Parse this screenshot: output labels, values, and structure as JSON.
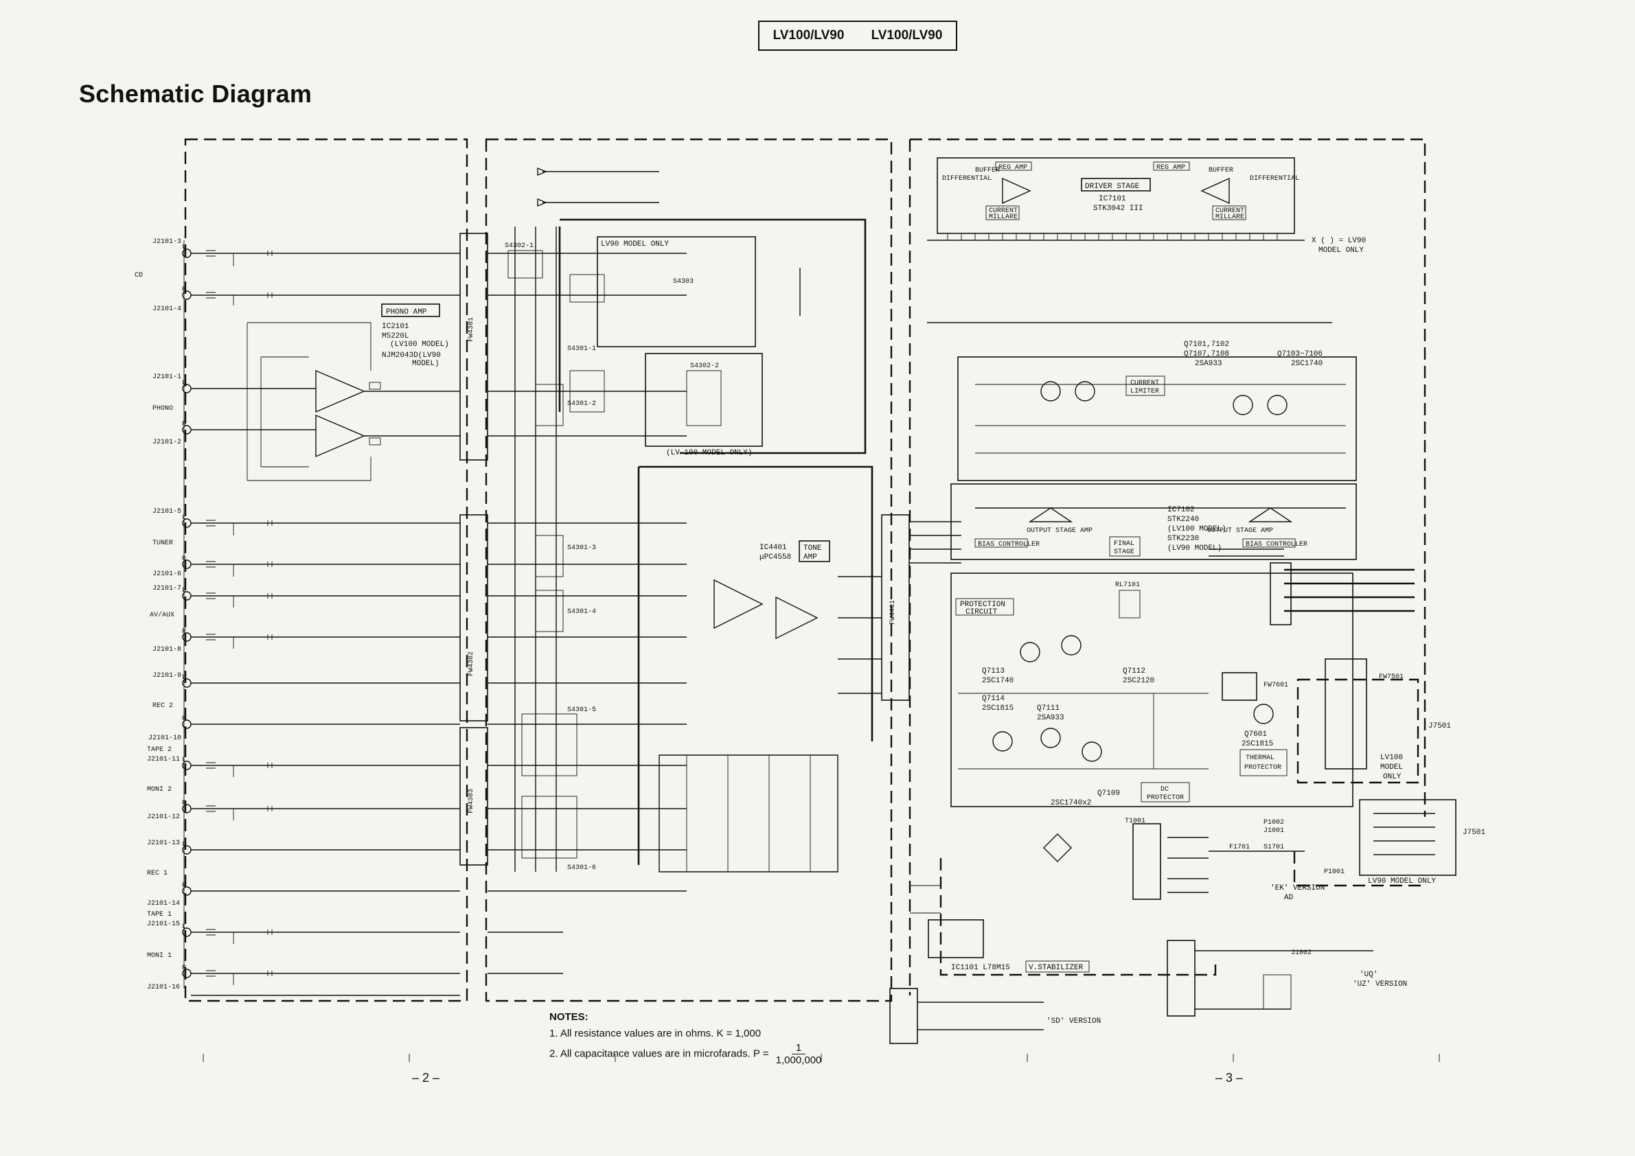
{
  "header": {
    "model_left": "LV100/LV90",
    "model_right": "LV100/LV90"
  },
  "title": "Schematic Diagram",
  "jacks": [
    {
      "id": "J2101-3",
      "ch": "L"
    },
    {
      "id": "CD",
      "ch": ""
    },
    {
      "id": "J2101-4",
      "ch": "R"
    },
    {
      "id": "J2101-1",
      "ch": "L"
    },
    {
      "id": "PHONO",
      "ch": ""
    },
    {
      "id": "J2101-2",
      "ch": "R"
    },
    {
      "id": "J2101-5",
      "ch": "L"
    },
    {
      "id": "TUNER",
      "ch": ""
    },
    {
      "id": "J2101-6",
      "ch": "R"
    },
    {
      "id": "J2101-7",
      "ch": "L"
    },
    {
      "id": "AV/AUX",
      "ch": ""
    },
    {
      "id": "J2101-8",
      "ch": "R"
    },
    {
      "id": "J2101-9",
      "ch": "L"
    },
    {
      "id": "REC 2",
      "ch": ""
    },
    {
      "id": "J2101-10",
      "ch": "R"
    },
    {
      "id": "TAPE 2",
      "ch": ""
    },
    {
      "id": "J2101-11",
      "ch": "L"
    },
    {
      "id": "MONI 2",
      "ch": ""
    },
    {
      "id": "J2101-12",
      "ch": "R"
    },
    {
      "id": "J2101-13",
      "ch": "L"
    },
    {
      "id": "REC 1",
      "ch": ""
    },
    {
      "id": "J2101-14",
      "ch": "R"
    },
    {
      "id": "TAPE 1",
      "ch": ""
    },
    {
      "id": "J2101-15",
      "ch": "L"
    },
    {
      "id": "MONI 1",
      "ch": ""
    },
    {
      "id": "J2101-16",
      "ch": "R"
    }
  ],
  "blocks": {
    "phono_amp": "PHONO AMP",
    "ic2101": [
      "IC2101",
      "M5220L",
      "(LV100 MODEL)",
      "NJM2043D(LV90",
      "MODEL)"
    ],
    "lv90_only": "LV90 MODEL ONLY",
    "lv100_only": "(LV-100 MODEL ONLY)",
    "ic4401": [
      "IC4401",
      "μPC4558"
    ],
    "tone_amp": [
      "TONE",
      "AMP"
    ],
    "driver_stage": "DRIVER STAGE",
    "ic7101": [
      "IC7101",
      "STK3042 III"
    ],
    "reg_amp": "REG AMP",
    "buffer": "BUFFER",
    "differential": "DIFFERENTIAL",
    "current_millare": [
      "CURRENT",
      "MILLARE"
    ],
    "transistors_a": [
      "Q7101,7102",
      "Q7107,7108",
      "2SA933"
    ],
    "transistors_b": [
      "Q7103~7106",
      "2SC1740"
    ],
    "current_limiter": [
      "CURRENT",
      "LIMITER"
    ],
    "ic7102": [
      "IC7102",
      "STK2240",
      "(LV100 MODEL)",
      "STK2230",
      "(LV90 MODEL)"
    ],
    "output_stage_amp": "OUTPUT STAGE AMP",
    "bias_controller": "BIAS CONTROLLER",
    "final_stage": [
      "FINAL",
      "STAGE"
    ],
    "protection": [
      "PROTECTION",
      "CIRCUIT"
    ],
    "q7113": [
      "Q7113",
      "2SC1740"
    ],
    "q7112": [
      "Q7112",
      "2SC2120"
    ],
    "q7114": [
      "Q7114",
      "2SC1815"
    ],
    "q7111": [
      "Q7111",
      "2SA933"
    ],
    "q7109": [
      "Q7109",
      "2SC1740x2"
    ],
    "dc_protector": [
      "DC",
      "PROTECTOR"
    ],
    "q7601": [
      "Q7601",
      "2SC1815"
    ],
    "thermal": [
      "THERMAL",
      "PROTECTOR"
    ],
    "lv100_model_only": [
      "LV100",
      "MODEL",
      "ONLY"
    ],
    "lv90_model_only_j": "LV90 MODEL ONLY",
    "ic1101": "IC1101  L78M15",
    "v_stabilizer": "V.STABILIZER",
    "ek_version": [
      "'EK' VERSION",
      "AD"
    ],
    "sd_version": "'SD' VERSION",
    "uq_version": [
      "'UQ'",
      "'UZ' VERSION"
    ],
    "lv90_note": [
      "X ( ) = LV90",
      "MODEL ONLY"
    ],
    "j7501": "J7501",
    "fw_labels": [
      "FW4301",
      "FW4302",
      "FW4303",
      "FW4401",
      "FW7501",
      "FW7601",
      "RL7101"
    ],
    "switches": [
      "S4302-1",
      "S4303",
      "S4302-2",
      "S4301-1",
      "S4301-2",
      "S4301-3",
      "S4301-4",
      "S4301-5",
      "S4301-6"
    ],
    "transformer": "T1001",
    "fuse_sw": [
      "F1701",
      "S1701",
      "P1001",
      "P1002",
      "J1001",
      "J1002"
    ]
  },
  "notes": {
    "title": "NOTES:",
    "items": [
      "1.  All resistance values are in ohms.  K = 1,000",
      "2.  All capacitance values are in microfarads.  P ="
    ],
    "frac_num": "1",
    "frac_den": "1,000,000"
  },
  "pages": {
    "left": "– 2 –",
    "right": "– 3 –"
  }
}
